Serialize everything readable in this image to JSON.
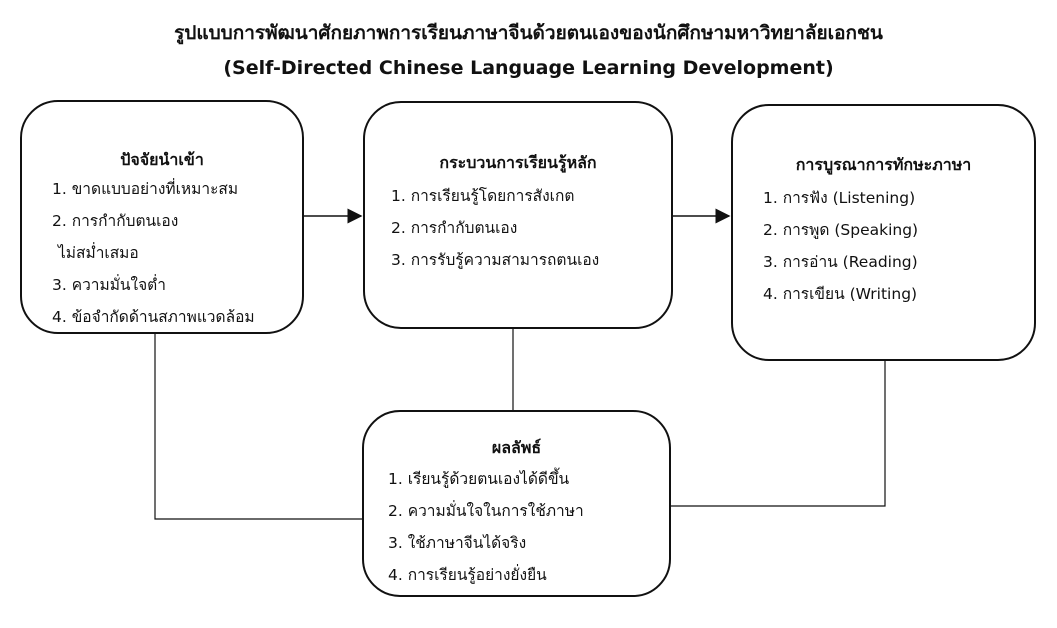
{
  "title_th": "รูปแบบการพัฒนาศักยภาพการเรียนภาษาจีนด้วยตนเองของนักศึกษามหาวิทยาลัยเอกชน",
  "title_en": "(Self-Directed Chinese Language Learning Development)",
  "boxes": {
    "input": {
      "heading": "ปัจจัยนำเข้า",
      "items": [
        "1. ขาดแบบอย่างที่เหมาะสม",
        "2. การกำกับตนเอง",
        " ไม่สม่ำเสมอ",
        "3. ความมั่นใจต่ำ",
        "4. ข้อจำกัดด้านสภาพแวดล้อม"
      ]
    },
    "process": {
      "heading": "กระบวนการเรียนรู้หลัก",
      "items": [
        "1. การเรียนรู้โดยการสังเกต",
        "2. การกำกับตนเอง",
        "3. การรับรู้ความสามารถตนเอง"
      ]
    },
    "integration": {
      "heading": "การบูรณาการทักษะภาษา",
      "items": [
        "1. การฟัง (Listening)",
        "2. การพูด (Speaking)",
        "3. การอ่าน (Reading)",
        "4. การเขียน (Writing)"
      ]
    },
    "outcome": {
      "heading": "ผลลัพธ์",
      "items": [
        "1. เรียนรู้ด้วยตนเองได้ดีขึ้น",
        "2. ความมั่นใจในการใช้ภาษา",
        "3. ใช้ภาษาจีนได้จริง",
        "4. การเรียนรู้อย่างยั่งยืน"
      ]
    }
  }
}
